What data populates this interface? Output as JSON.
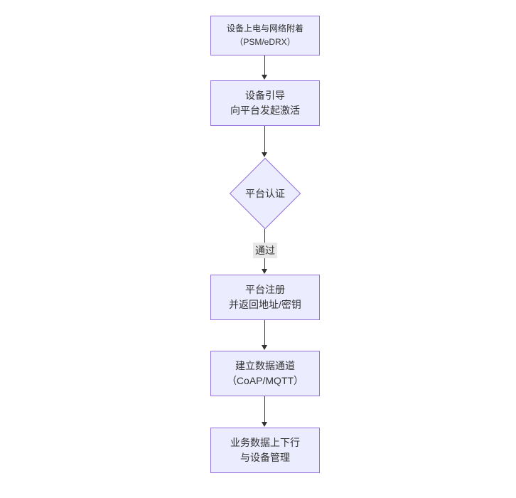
{
  "diagram": {
    "nodes": [
      {
        "id": "A",
        "type": "rect",
        "label": "设备上电与网络附着\n（PSM/eDRX）"
      },
      {
        "id": "B",
        "type": "rect",
        "label": "设备引导\n向平台发起激活"
      },
      {
        "id": "C",
        "type": "diamond",
        "label": "平台认证"
      },
      {
        "id": "D",
        "type": "rect",
        "label": "平台注册\n并返回地址/密钥"
      },
      {
        "id": "E",
        "type": "rect",
        "label": "建立数据通道\n（CoAP/MQTT）"
      },
      {
        "id": "F",
        "type": "rect",
        "label": "业务数据上下行\n与设备管理"
      }
    ],
    "edges": [
      {
        "from": "A",
        "to": "B",
        "label": ""
      },
      {
        "from": "B",
        "to": "C",
        "label": ""
      },
      {
        "from": "C",
        "to": "D",
        "label": "通过"
      },
      {
        "from": "D",
        "to": "E",
        "label": ""
      },
      {
        "from": "E",
        "to": "F",
        "label": ""
      }
    ],
    "colors": {
      "node_fill": "#ECECFF",
      "node_border": "#9370DB",
      "arrow": "#333333",
      "edge_label_bg": "#e8e8e8",
      "text": "#333333"
    }
  }
}
